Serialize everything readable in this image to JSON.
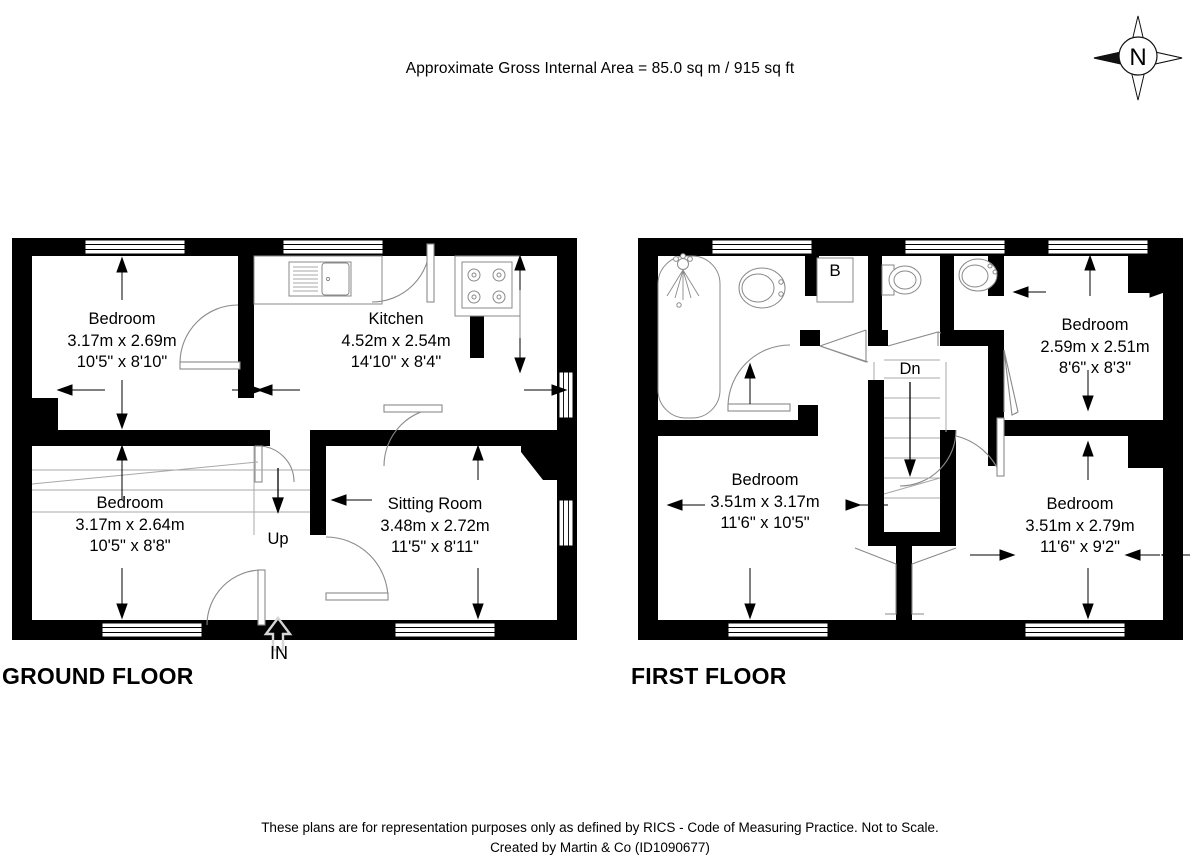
{
  "header": {
    "area_text": "Approximate Gross Internal Area = 85.0 sq m / 915 sq ft"
  },
  "compass": {
    "north_label": "N",
    "icon": "compass-north-icon"
  },
  "floors": [
    {
      "id": "ground",
      "title": "GROUND FLOOR",
      "rooms": [
        {
          "name": "Bedroom",
          "metric": "3.17m x 2.69m",
          "imperial": "10'5\" x 8'10\""
        },
        {
          "name": "Kitchen",
          "metric": "4.52m x 2.54m",
          "imperial": "14'10\" x 8'4\""
        },
        {
          "name": "Bedroom",
          "metric": "3.17m x 2.64m",
          "imperial": "10'5\" x 8'8\""
        },
        {
          "name": "Sitting Room",
          "metric": "3.48m x 2.72m",
          "imperial": "11'5\" x 8'11\""
        }
      ],
      "markers": [
        {
          "name": "stairs-up-marker",
          "label": "Up"
        },
        {
          "name": "entrance-marker",
          "label": "IN"
        }
      ]
    },
    {
      "id": "first",
      "title": "FIRST FLOOR",
      "rooms": [
        {
          "name": "Bedroom",
          "metric": "2.59m x 2.51m",
          "imperial": "8'6\" x 8'3\""
        },
        {
          "name": "Bedroom",
          "metric": "3.51m x 3.17m",
          "imperial": "11'6\" x 10'5\""
        },
        {
          "name": "Bedroom",
          "metric": "3.51m x 2.79m",
          "imperial": "11'6\" x 9'2\""
        }
      ],
      "markers": [
        {
          "name": "cupboard-marker",
          "label": "B"
        },
        {
          "name": "stairs-down-marker",
          "label": "Dn"
        }
      ]
    }
  ],
  "footer": {
    "line1": "These plans are for representation purposes only as defined by RICS - Code of Measuring Practice. Not to Scale.",
    "line2": "Created by Martin & Co (ID1090677)"
  },
  "colors": {
    "wall": "#000000",
    "background": "#ffffff",
    "fixture_stroke": "#7a7a7a",
    "stair_stroke": "#9a9a9a",
    "in_arrow": "#d9d9d9"
  }
}
